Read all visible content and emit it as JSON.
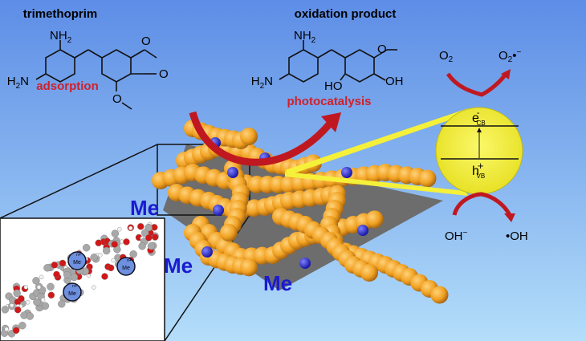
{
  "reactant": {
    "title": "trimethoprim",
    "label": "adsorption",
    "nh2_top": "NH",
    "nh2_left": "H",
    "o1": "O",
    "o2": "O",
    "o3": "O"
  },
  "product": {
    "title": "oxidation product",
    "label": "photocatalysis",
    "nh2_top": "NH",
    "nh2_left": "H",
    "oh1": "OH",
    "oh2": "HO",
    "o1": "O"
  },
  "metal_labels": [
    "Me",
    "Me",
    "Me"
  ],
  "inset": {
    "ion_labels": [
      "Me",
      "Me",
      "Me"
    ],
    "charge": "n+"
  },
  "band": {
    "electron": "e",
    "electron_sign": "-",
    "electron_sub": "CB",
    "hole": "h",
    "hole_sign": "+",
    "hole_sub": "VB"
  },
  "reactions": {
    "o2": "O",
    "o2_radical": "O",
    "radical_dot": "•",
    "oh_minus": "OH",
    "oh_radical": "•OH",
    "minus": "−",
    "two": "2"
  },
  "colors": {
    "accent_red": "#d0202a",
    "metal_blue": "#1a1ad0",
    "sphere_orange": "#f0a020",
    "circle_yellow": "#f5f03a",
    "plane_gray": "#6d6d6d"
  }
}
